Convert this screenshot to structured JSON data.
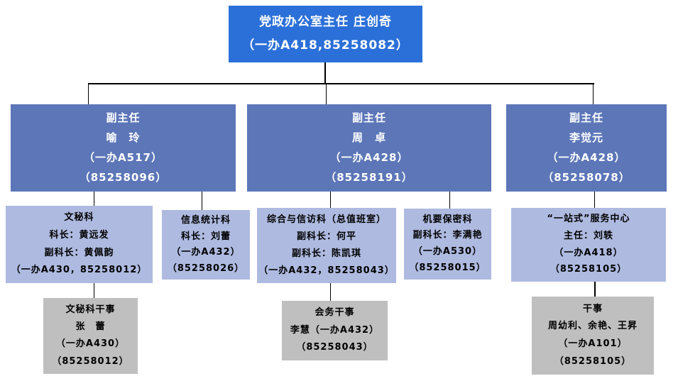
{
  "colors": {
    "level1": "#2b70d8",
    "level2": "#5c76b8",
    "level3": "#aebae0",
    "level4": "#bfbfbf",
    "line": "#000000"
  },
  "org": {
    "root": {
      "lines": [
        "党政办公室主任 庄创奇",
        "（一办A418,85258082）"
      ]
    },
    "deputies": [
      {
        "lines": [
          "副主任",
          "喻　玲",
          "（一办A517）",
          "（85258096）"
        ]
      },
      {
        "lines": [
          "副主任",
          "周　卓",
          "（一办A428）",
          "（85258191）"
        ]
      },
      {
        "lines": [
          "副主任",
          "李觉元",
          "（一办A428）",
          "（85258078）"
        ]
      }
    ],
    "departments": [
      {
        "lines": [
          "文秘科",
          "科长：黄远发",
          "副科长：黄佩韵",
          "（一办A430，85258012）"
        ]
      },
      {
        "lines": [
          "信息统计科",
          "科长：刘蕾",
          "（一办A432）",
          "（85258026）"
        ]
      },
      {
        "lines": [
          "综合与信访科（总值班室）",
          "副科长：何平",
          "副科长：陈凯琪",
          "（一办A432，85258043）"
        ]
      },
      {
        "lines": [
          "机要保密科",
          "副科长：李满艳",
          "（一办A530）",
          "（85258015）"
        ]
      },
      {
        "lines": [
          "“一站式”服务中心",
          "主任：刘轶",
          "（一办A418）",
          "（85258105）"
        ]
      }
    ],
    "staff": [
      {
        "lines": [
          "文秘科干事",
          "张　蕾",
          "（一办A430）",
          "（85258012）"
        ]
      },
      {
        "lines": [
          "会务干事",
          "李慧（一办A432）",
          "（85258043）"
        ]
      },
      {
        "lines": [
          "干事",
          "周幼利、余艳、王昇",
          "（一办A101）",
          "（85258105）"
        ]
      }
    ]
  }
}
